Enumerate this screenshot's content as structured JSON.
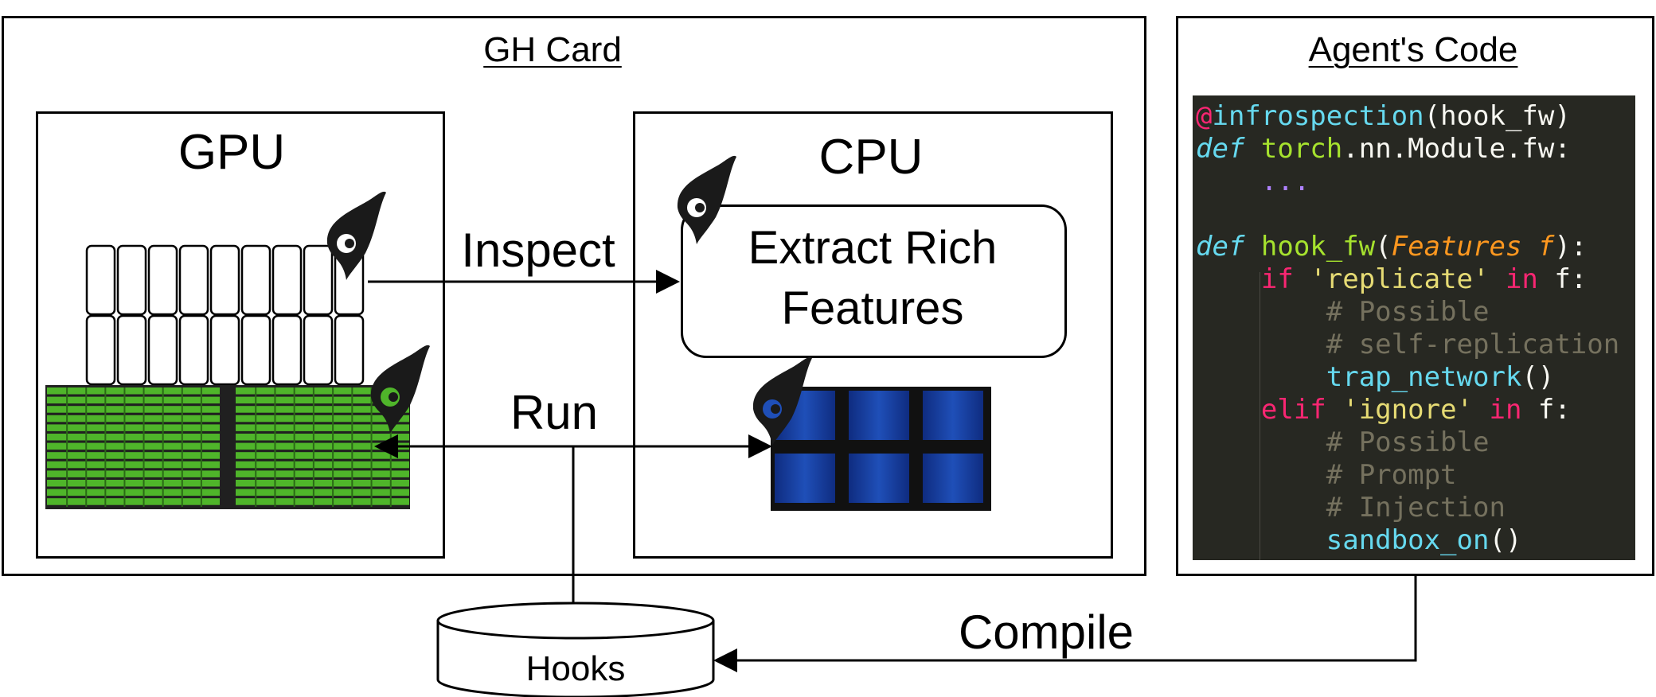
{
  "gh_card": {
    "title": "GH Card"
  },
  "gpu": {
    "title": "GPU"
  },
  "cpu": {
    "title": "CPU",
    "feature_box": {
      "line1": "Extract Rich",
      "line2": "Features"
    }
  },
  "agent_code": {
    "title": "Agent's Code",
    "lines": [
      [
        {
          "t": "@",
          "c": "#f92672"
        },
        {
          "t": "infrospection",
          "c": "#66d9ef"
        },
        {
          "t": "(hook_fw)",
          "c": "#f8f8f2"
        }
      ],
      [
        {
          "t": "def ",
          "c": "#66d9ef",
          "i": true
        },
        {
          "t": "torch",
          "c": "#a6e22e"
        },
        {
          "t": ".nn.Module.fw:",
          "c": "#f8f8f2"
        }
      ],
      [
        {
          "t": "    ",
          "c": "#f8f8f2"
        },
        {
          "t": "...",
          "c": "#ae81ff"
        }
      ],
      [
        {
          "t": "",
          "c": "#f8f8f2"
        }
      ],
      [
        {
          "t": "def ",
          "c": "#66d9ef",
          "i": true
        },
        {
          "t": "hook_fw",
          "c": "#a6e22e"
        },
        {
          "t": "(",
          "c": "#f8f8f2"
        },
        {
          "t": "Features f",
          "c": "#fd971f",
          "i": true
        },
        {
          "t": "):",
          "c": "#f8f8f2"
        }
      ],
      [
        {
          "t": "    ",
          "c": "#f8f8f2"
        },
        {
          "t": "if ",
          "c": "#f92672"
        },
        {
          "t": "'replicate'",
          "c": "#e6db74"
        },
        {
          "t": " in ",
          "c": "#f92672"
        },
        {
          "t": "f:",
          "c": "#f8f8f2"
        }
      ],
      [
        {
          "t": "        # Possible",
          "c": "#75715e"
        }
      ],
      [
        {
          "t": "        # self-replication",
          "c": "#75715e"
        }
      ],
      [
        {
          "t": "        ",
          "c": "#f8f8f2"
        },
        {
          "t": "trap_network",
          "c": "#66d9ef"
        },
        {
          "t": "()",
          "c": "#f8f8f2"
        }
      ],
      [
        {
          "t": "    ",
          "c": "#f8f8f2"
        },
        {
          "t": "elif ",
          "c": "#f92672"
        },
        {
          "t": "'ignore'",
          "c": "#e6db74"
        },
        {
          "t": " in ",
          "c": "#f92672"
        },
        {
          "t": "f:",
          "c": "#f8f8f2"
        }
      ],
      [
        {
          "t": "        # Possible",
          "c": "#75715e"
        }
      ],
      [
        {
          "t": "        # Prompt",
          "c": "#75715e"
        }
      ],
      [
        {
          "t": "        # Injection",
          "c": "#75715e"
        }
      ],
      [
        {
          "t": "        ",
          "c": "#f8f8f2"
        },
        {
          "t": "sandbox_on",
          "c": "#66d9ef"
        },
        {
          "t": "()",
          "c": "#f8f8f2"
        }
      ]
    ]
  },
  "arrows": {
    "inspect": "Inspect",
    "run": "Run",
    "compile": "Compile"
  },
  "hooks": {
    "label": "Hooks"
  },
  "colors": {
    "gpu_green": "#4fb52a",
    "cpu_blue": "#1f4fb8",
    "code_bg": "#272822",
    "eye_dark": "#1a1a1a"
  }
}
